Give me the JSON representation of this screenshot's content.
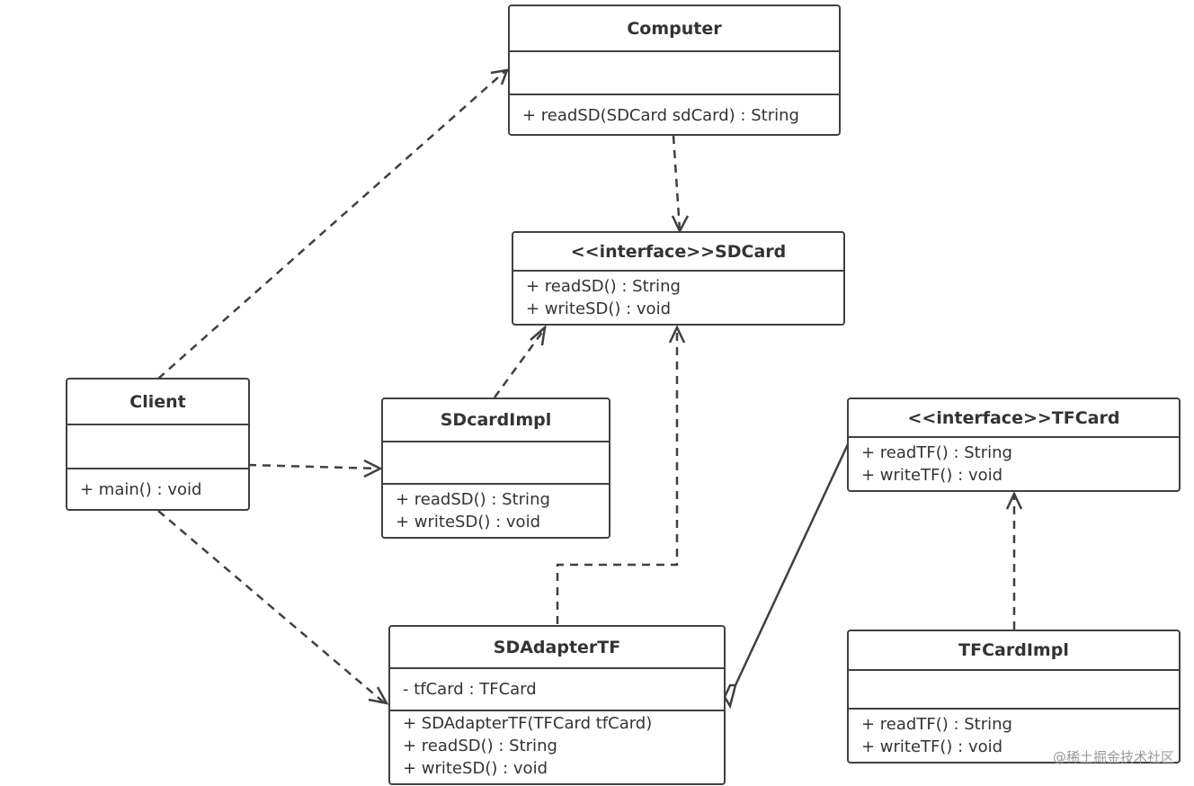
{
  "classes": {
    "computer": {
      "name": "Computer",
      "attributes": [],
      "operations": [
        "+ readSD(SDCard sdCard) : String"
      ]
    },
    "sdcard": {
      "name": "<<interface>>SDCard",
      "operations": [
        "+ readSD() : String",
        "+ writeSD() : void"
      ]
    },
    "client": {
      "name": "Client",
      "attributes": [],
      "operations": [
        "+ main() : void"
      ]
    },
    "sdcardimpl": {
      "name": "SDcardImpl",
      "attributes": [],
      "operations": [
        "+ readSD() : String",
        "+ writeSD() : void"
      ]
    },
    "tfcard": {
      "name": "<<interface>>TFCard",
      "operations": [
        "+ readTF() : String",
        "+ writeTF() : void"
      ]
    },
    "sdadaptertf": {
      "name": "SDAdapterTF",
      "attributes": [
        "- tfCard : TFCard"
      ],
      "operations": [
        "+ SDAdapterTF(TFCard tfCard)",
        "+ readSD() : String",
        "+ writeSD() : void"
      ]
    },
    "tfcardimpl": {
      "name": "TFCardImpl",
      "attributes": [],
      "operations": [
        "+ readTF() : String",
        "+ writeTF() : void"
      ]
    }
  },
  "relationships": [
    {
      "from": "Client",
      "to": "Computer",
      "kind": "dependency"
    },
    {
      "from": "Client",
      "to": "SDcardImpl",
      "kind": "dependency"
    },
    {
      "from": "Client",
      "to": "SDAdapterTF",
      "kind": "dependency"
    },
    {
      "from": "Computer",
      "to": "<<interface>>SDCard",
      "kind": "dependency"
    },
    {
      "from": "SDcardImpl",
      "to": "<<interface>>SDCard",
      "kind": "realization"
    },
    {
      "from": "SDAdapterTF",
      "to": "<<interface>>SDCard",
      "kind": "realization"
    },
    {
      "from": "TFCardImpl",
      "to": "<<interface>>TFCard",
      "kind": "realization"
    },
    {
      "from": "SDAdapterTF",
      "to": "<<interface>>TFCard",
      "kind": "aggregation"
    }
  ],
  "watermark": "@稀土掘金技术社区",
  "colors": {
    "line": "#404040",
    "text": "#333333"
  }
}
